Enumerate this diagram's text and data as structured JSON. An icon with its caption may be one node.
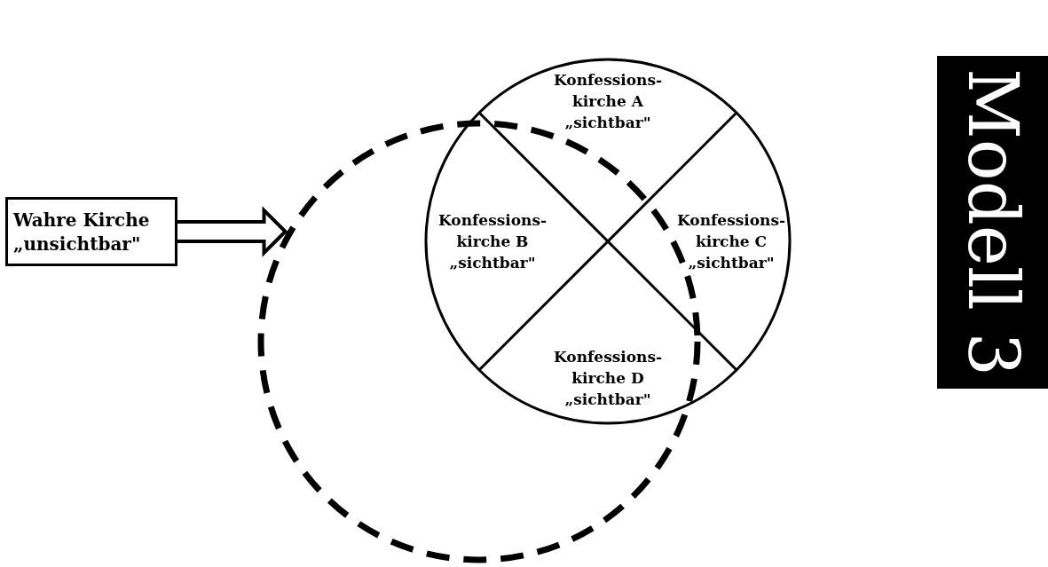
{
  "diagram": {
    "nodes": [
      {
        "text": [
          "Wahre Kirche „unsichtbar\""
        ]
      },
      {
        "text": [],
        "shape": "circle"
      },
      {
        "text": [
          "Konfessions- kirche A „sichtbar\""
        ]
      },
      {
        "text": [
          "Konfessions- kirche B „sichtbar\""
        ],
        "in": 1
      },
      {
        "text": [
          "Konfessions- kirche C „sichtbar\""
        ]
      },
      {
        "text": [
          "Konfessions- kirche D „sichtbar\""
        ],
        "in": 1
      }
    ],
    "edges": [
      {
        "from": 0,
        "to": 1,
        "arrow": "to"
      }
    ],
    "labels": [
      "Modell 3"
    ]
  }
}
